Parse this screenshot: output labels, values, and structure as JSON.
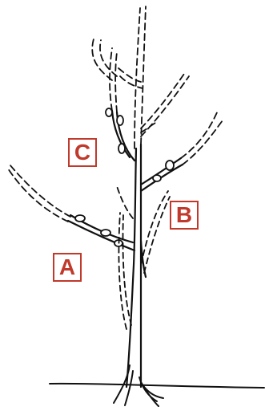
{
  "labels": {
    "a": "A",
    "b": "B",
    "c": "C"
  },
  "colors": {
    "ink": "#111111",
    "label_red": "#c0392b",
    "background": "#ffffff"
  }
}
